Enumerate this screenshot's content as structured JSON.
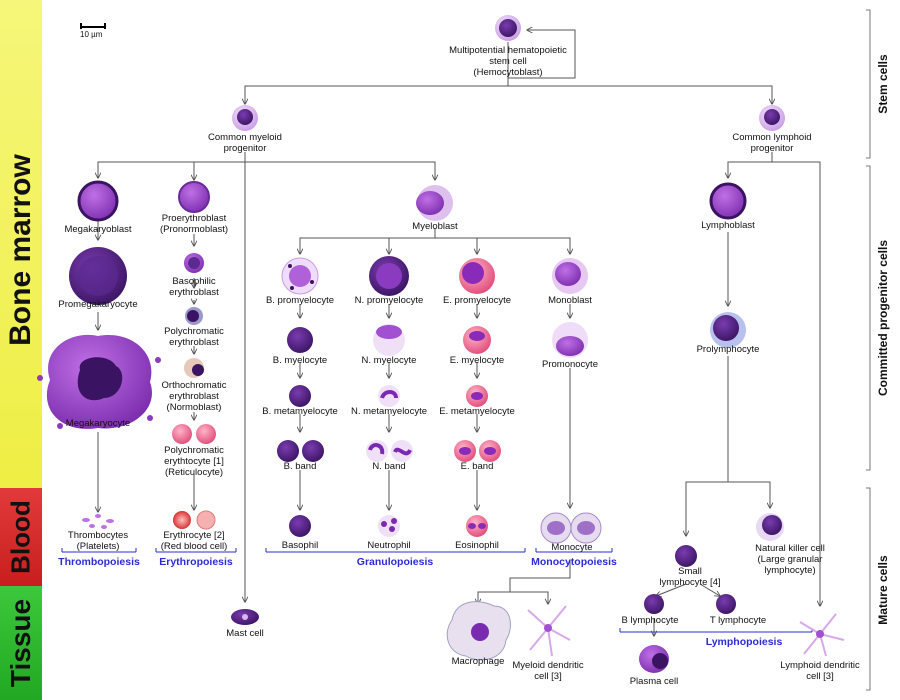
{
  "scale_bar": "10 µm",
  "bands": {
    "bone_marrow": "Bone marrow",
    "blood": "Blood",
    "tissue": "Tissue"
  },
  "side_labels": {
    "stem": "Stem cells",
    "committed": "Committed progenitor cells",
    "mature": "Mature cells"
  },
  "cells": {
    "hsc": "Multipotential hematopoietic\nstem cell\n(Hemocytoblast)",
    "cmp": "Common myeloid\nprogenitor",
    "clp": "Common lymphoid\nprogenitor",
    "megakaryoblast": "Megakaryoblast",
    "promegakaryocyte": "Promegakaryocyte",
    "megakaryocyte": "Megakaryocyte",
    "thrombocytes": "Thrombocytes\n(Platelets)",
    "proerythroblast": "Proerythroblast\n(Pronormoblast)",
    "basophilic_erythroblast": "Basophilic\nerythroblast",
    "polychromatic_erythroblast": "Polychromatic\nerythroblast",
    "orthochromatic_erythroblast": "Orthochromatic\nerythroblast\n(Normoblast)",
    "polychromatic_erythrocyte": "Polychromatic\nerythtocyte [1]\n(Reticulocyte)",
    "erythrocyte": "Erythrocyte [2]\n(Red blood cell)",
    "myeloblast": "Myeloblast",
    "b_promyelocyte": "B. promyelocyte",
    "n_promyelocyte": "N. promyelocyte",
    "e_promyelocyte": "E. promyelocyte",
    "monoblast": "Monoblast",
    "b_myelocyte": "B. myelocyte",
    "n_myelocyte": "N. myelocyte",
    "e_myelocyte": "E. myelocyte",
    "promonocyte": "Promonocyte",
    "b_metamyelocyte": "B. metamyelocyte",
    "n_metamyelocyte": "N. metamyelocyte",
    "e_metamyelocyte": "E. metamyelocyte",
    "b_band": "B. band",
    "n_band": "N. band",
    "e_band": "E. band",
    "basophil": "Basophil",
    "neutrophil": "Neutrophil",
    "eosinophil": "Eosinophil",
    "monocyte": "Monocyte",
    "mast_cell": "Mast cell",
    "macrophage": "Macrophage",
    "myeloid_dendritic": "Myeloid dendritic\ncell [3]",
    "lymphoblast": "Lymphoblast",
    "prolymphocyte": "Prolymphocyte",
    "small_lymphocyte": "Small\nlymphocyte [4]",
    "nk_cell": "Natural killer cell\n(Large granular\nlymphocyte)",
    "b_lymphocyte": "B lymphocyte",
    "t_lymphocyte": "T lymphocyte",
    "plasma_cell": "Plasma cell",
    "lymphoid_dendritic": "Lymphoid dendritic\ncell [3]"
  },
  "processes": {
    "thrombopoiesis": "Thrombopoiesis",
    "erythropoiesis": "Erythropoiesis",
    "granulopoiesis": "Granulopoiesis",
    "monocytopoiesis": "Monocytopoiesis",
    "lymphopoiesis": "Lymphopoiesis"
  },
  "colors": {
    "bone_marrow_band": "#f4f45a",
    "blood_band": "#d62020",
    "tissue_band": "#2fbf2f",
    "process_text": "#2b2bd6",
    "cell_dark": "#4b1f7a",
    "cell_mid": "#8a3bbf",
    "cell_light": "#c99be6"
  }
}
